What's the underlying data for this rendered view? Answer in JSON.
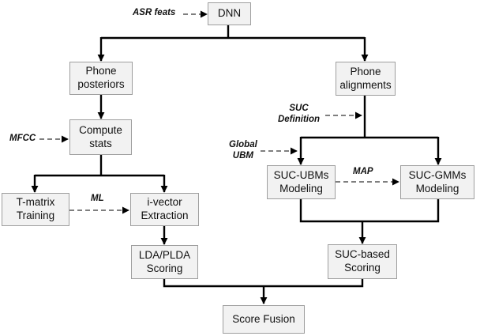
{
  "nodes": {
    "dnn": "DNN",
    "phone_posteriors": "Phone\nposteriors",
    "phone_alignments": "Phone\nalignments",
    "compute_stats": "Compute\nstats",
    "tmatrix": "T-matrix\nTraining",
    "ivector": "i-vector\nExtraction",
    "lda_plda": "LDA/PLDA\nScoring",
    "suc_ubms": "SUC-UBMs\nModeling",
    "suc_gmms": "SUC-GMMs\nModeling",
    "suc_scoring": "SUC-based\nScoring",
    "score_fusion": "Score Fusion"
  },
  "labels": {
    "asr_feats": "ASR feats",
    "mfcc": "MFCC",
    "ml": "ML",
    "suc_definition": "SUC\nDefinition",
    "global_ubm": "Global\nUBM",
    "map": "MAP"
  }
}
